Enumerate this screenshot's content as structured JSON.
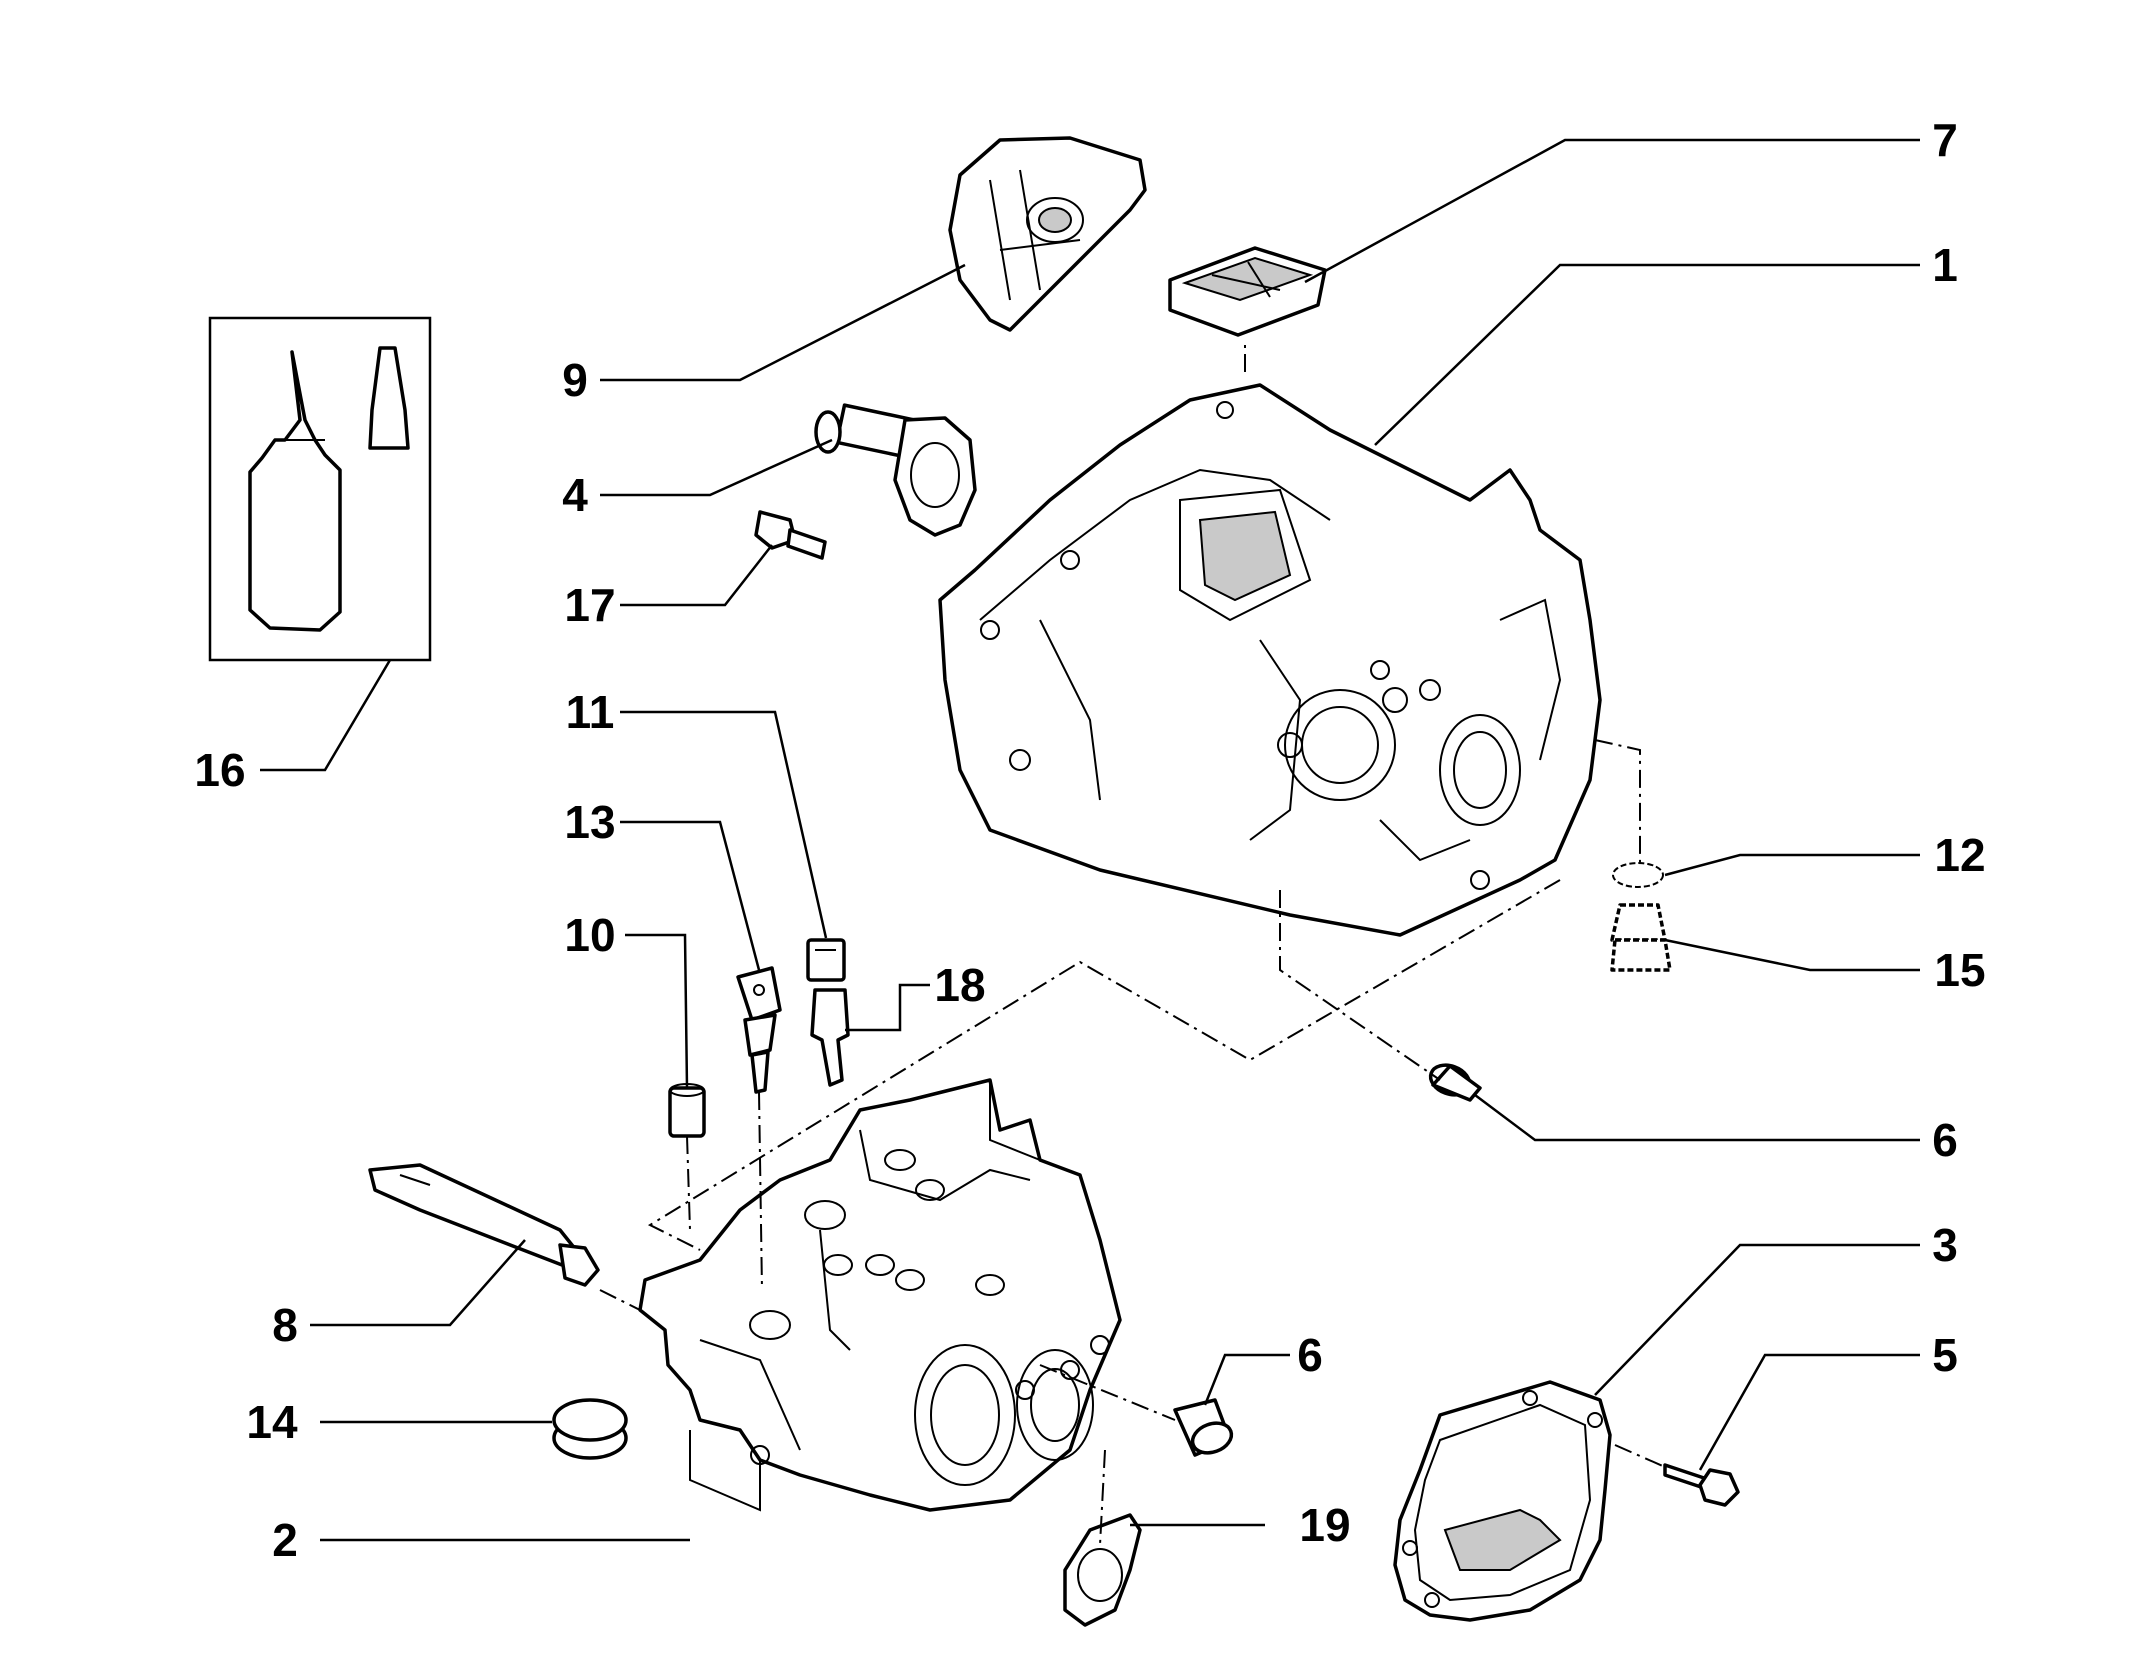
{
  "callouts": [
    {
      "id": "c1",
      "label": "1"
    },
    {
      "id": "c2",
      "label": "2"
    },
    {
      "id": "c3",
      "label": "3"
    },
    {
      "id": "c4",
      "label": "4"
    },
    {
      "id": "c5",
      "label": "5"
    },
    {
      "id": "c6a",
      "label": "6"
    },
    {
      "id": "c6b",
      "label": "6"
    },
    {
      "id": "c7",
      "label": "7"
    },
    {
      "id": "c8",
      "label": "8"
    },
    {
      "id": "c9",
      "label": "9"
    },
    {
      "id": "c10",
      "label": "10"
    },
    {
      "id": "c11",
      "label": "11"
    },
    {
      "id": "c12",
      "label": "12"
    },
    {
      "id": "c13",
      "label": "13"
    },
    {
      "id": "c14",
      "label": "14"
    },
    {
      "id": "c15",
      "label": "15"
    },
    {
      "id": "c16",
      "label": "16"
    },
    {
      "id": "c17",
      "label": "17"
    },
    {
      "id": "c18",
      "label": "18"
    },
    {
      "id": "c19",
      "label": "19"
    }
  ]
}
